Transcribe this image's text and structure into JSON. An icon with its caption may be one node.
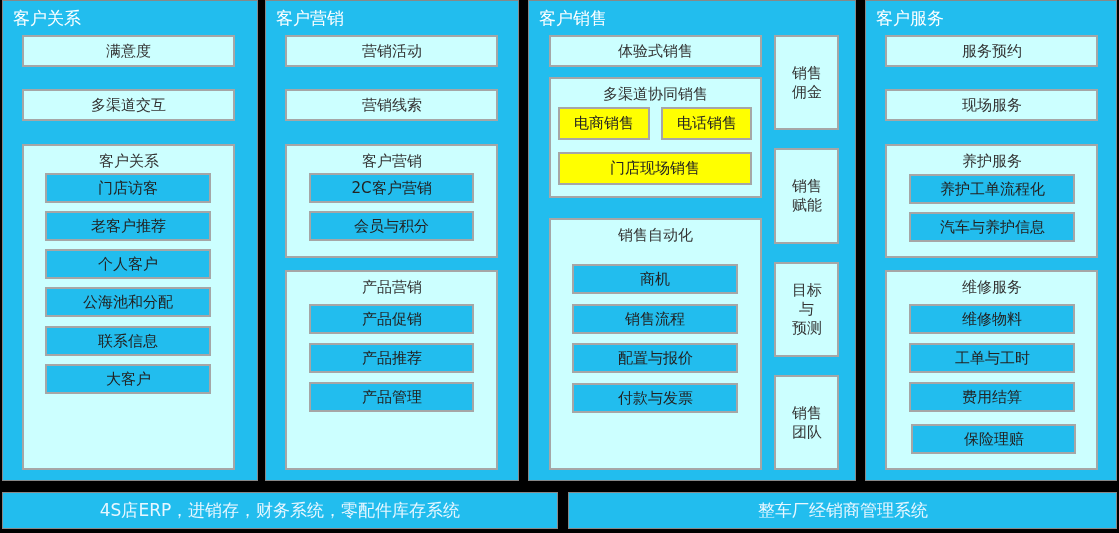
{
  "diagram": {
    "nodes": [
      {
        "text": [
          "客户关系"
        ]
      },
      {
        "text": [
          "满意度"
        ],
        "in": 0
      },
      {
        "text": [
          "多渠道交互"
        ],
        "in": 0
      },
      {
        "text": [
          "客户关系"
        ],
        "in": 0
      },
      {
        "text": [
          "门店访客"
        ],
        "in": 3
      },
      {
        "text": [
          "老客户推荐"
        ],
        "in": 3
      },
      {
        "text": [
          "个人客户"
        ],
        "in": 3
      },
      {
        "text": [
          "公海池和分配"
        ],
        "in": 3
      },
      {
        "text": [
          "联系信息"
        ],
        "in": 3
      },
      {
        "text": [
          "大客户"
        ],
        "in": 3
      },
      {
        "text": [
          "客户营销"
        ]
      },
      {
        "text": [
          "营销活动"
        ],
        "in": 10
      },
      {
        "text": [
          "营销线索"
        ],
        "in": 10
      },
      {
        "text": [
          "客户营销"
        ],
        "in": 10
      },
      {
        "text": [
          "2C客户营销"
        ],
        "in": 13
      },
      {
        "text": [
          "会员与积分"
        ],
        "in": 13
      },
      {
        "text": [
          "产品营销"
        ],
        "in": 10
      },
      {
        "text": [
          "产品促销"
        ],
        "in": 16
      },
      {
        "text": [
          "产品推荐"
        ],
        "in": 16
      },
      {
        "text": [
          "产品管理"
        ],
        "in": 16
      },
      {
        "text": [
          "客户销售"
        ]
      },
      {
        "text": [
          "体验式销售"
        ],
        "in": 20
      },
      {
        "text": [
          "多渠道协同销售"
        ],
        "in": 20
      },
      {
        "text": [
          "电商销售"
        ],
        "in": 22
      },
      {
        "text": [
          "电话销售"
        ],
        "in": 22
      },
      {
        "text": [
          "门店现场销售"
        ],
        "in": 22
      },
      {
        "text": [
          "销售自动化"
        ],
        "in": 20
      },
      {
        "text": [
          "商机"
        ],
        "in": 26
      },
      {
        "text": [
          "销售流程"
        ],
        "in": 26
      },
      {
        "text": [
          "配置与报价"
        ],
        "in": 26
      },
      {
        "text": [
          "付款与发票"
        ],
        "in": 26
      },
      {
        "text": [
          "销售佣金"
        ],
        "in": 20
      },
      {
        "text": [
          "销售赋能"
        ],
        "in": 20
      },
      {
        "text": [
          "目标与预测"
        ],
        "in": 20
      },
      {
        "text": [
          "销售团队"
        ],
        "in": 20
      },
      {
        "text": [
          "客户服务"
        ]
      },
      {
        "text": [
          "服务预约"
        ],
        "in": 35
      },
      {
        "text": [
          "现场服务"
        ],
        "in": 35
      },
      {
        "text": [
          "养护服务"
        ],
        "in": 35
      },
      {
        "text": [
          "养护工单流程化"
        ],
        "in": 38
      },
      {
        "text": [
          "汽车与养护信息"
        ],
        "in": 38
      },
      {
        "text": [
          "维修服务"
        ],
        "in": 35
      },
      {
        "text": [
          "维修物料"
        ],
        "in": 41
      },
      {
        "text": [
          "工单与工时"
        ],
        "in": 41
      },
      {
        "text": [
          "费用结算"
        ],
        "in": 41
      },
      {
        "text": [
          "保险理赔"
        ],
        "in": 41
      },
      {
        "text": [
          "4S店ERP，进销存，财务系统，零配件库存系统"
        ]
      },
      {
        "text": [
          "整车厂经销商管理系统"
        ]
      }
    ]
  }
}
